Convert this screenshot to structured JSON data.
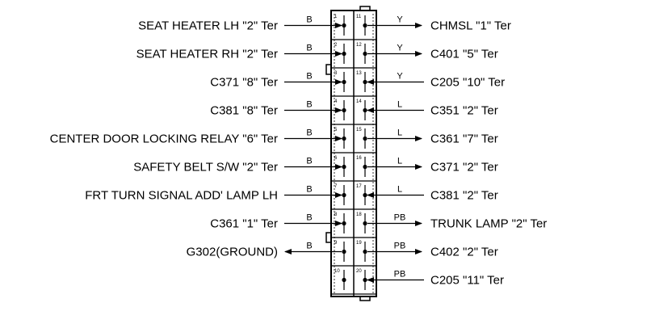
{
  "connector": {
    "left_pins": [
      {
        "pin": "1",
        "color": "B",
        "label": "SEAT HEATER LH \"2\" Ter",
        "direction": "in"
      },
      {
        "pin": "2",
        "color": "B",
        "label": "SEAT HEATER RH \"2\" Ter",
        "direction": "in"
      },
      {
        "pin": "3",
        "color": "B",
        "label": "C371 \"8\" Ter",
        "direction": "in"
      },
      {
        "pin": "4",
        "color": "B",
        "label": "C381 \"8\" Ter",
        "direction": "in"
      },
      {
        "pin": "5",
        "color": "B",
        "label": "CENTER DOOR LOCKING RELAY \"6\" Ter",
        "direction": "in"
      },
      {
        "pin": "6",
        "color": "B",
        "label": "SAFETY BELT S/W \"2\" Ter",
        "direction": "in"
      },
      {
        "pin": "7",
        "color": "B",
        "label": "FRT TURN SIGNAL ADD' LAMP LH",
        "direction": "in"
      },
      {
        "pin": "8",
        "color": "B",
        "label": "C361 \"1\" Ter",
        "direction": "in"
      },
      {
        "pin": "9",
        "color": "B",
        "label": "G302(GROUND)",
        "direction": "out"
      },
      {
        "pin": "10",
        "color": "",
        "label": "",
        "direction": "none"
      }
    ],
    "right_pins": [
      {
        "pin": "11",
        "color": "Y",
        "label": "CHMSL \"1\" Ter",
        "direction": "out"
      },
      {
        "pin": "12",
        "color": "Y",
        "label": "C401 \"5\" Ter",
        "direction": "out"
      },
      {
        "pin": "13",
        "color": "Y",
        "label": "C205 \"10\" Ter",
        "direction": "in"
      },
      {
        "pin": "14",
        "color": "L",
        "label": "C351 \"2\" Ter",
        "direction": "in"
      },
      {
        "pin": "15",
        "color": "L",
        "label": "C361 \"7\" Ter",
        "direction": "out"
      },
      {
        "pin": "16",
        "color": "L",
        "label": "C371 \"2\" Ter",
        "direction": "out"
      },
      {
        "pin": "17",
        "color": "L",
        "label": "C381 \"2\" Ter",
        "direction": "in"
      },
      {
        "pin": "18",
        "color": "PB",
        "label": "TRUNK LAMP \"2\" Ter",
        "direction": "out"
      },
      {
        "pin": "19",
        "color": "PB",
        "label": "C402 \"2\" Ter",
        "direction": "out"
      },
      {
        "pin": "20",
        "color": "PB",
        "label": "C205 \"11\" Ter",
        "direction": "in"
      }
    ]
  },
  "colors": {
    "line": "#000000",
    "background": "#ffffff"
  }
}
